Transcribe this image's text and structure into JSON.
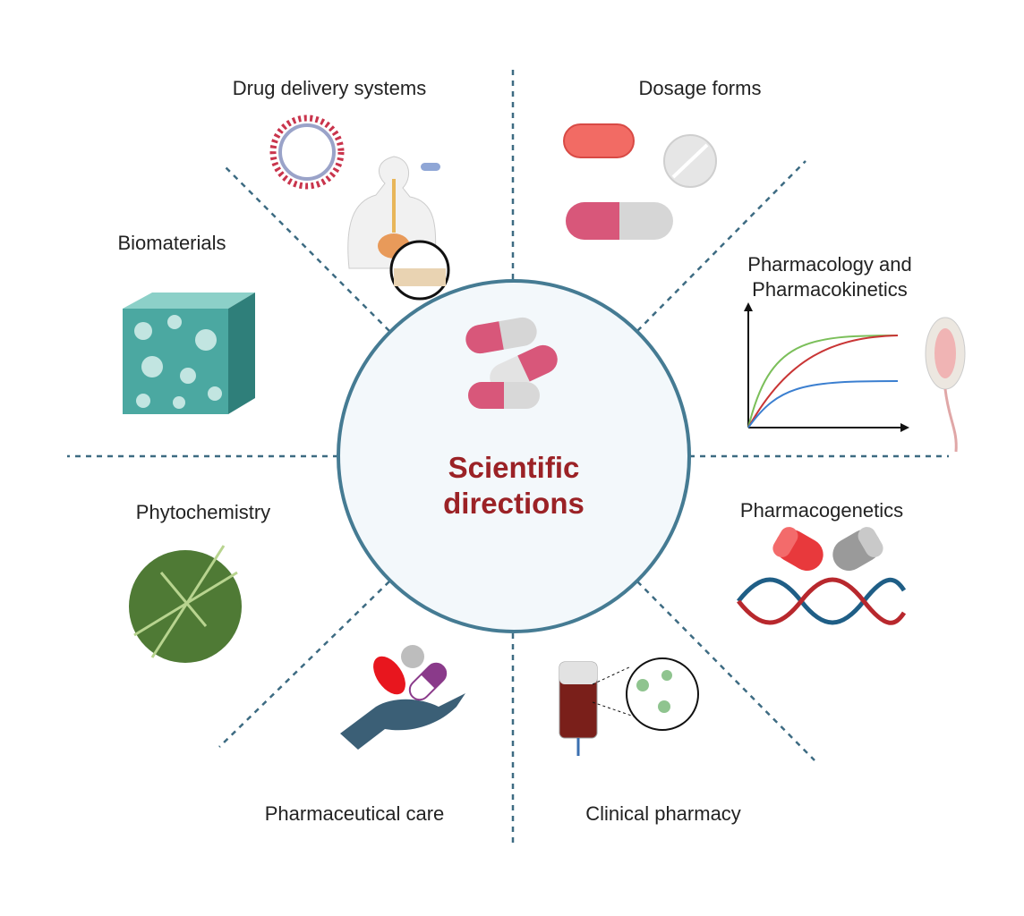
{
  "center": {
    "line1": "Scientific",
    "line2": "directions"
  },
  "topics": [
    {
      "label": "Drug delivery systems"
    },
    {
      "label": "Dosage forms"
    },
    {
      "label": "Biomaterials"
    },
    {
      "label": "Pharmacology and"
    },
    {
      "label": "Pharmacokinetics"
    },
    {
      "label": "Phytochemistry"
    },
    {
      "label": "Pharmacogenetics"
    },
    {
      "label": "Pharmaceutical care"
    },
    {
      "label": "Clinical pharmacy"
    }
  ],
  "colors": {
    "accent": "#9b2226",
    "circle": "#457b93",
    "circle_fill": "#f3f8fb"
  }
}
